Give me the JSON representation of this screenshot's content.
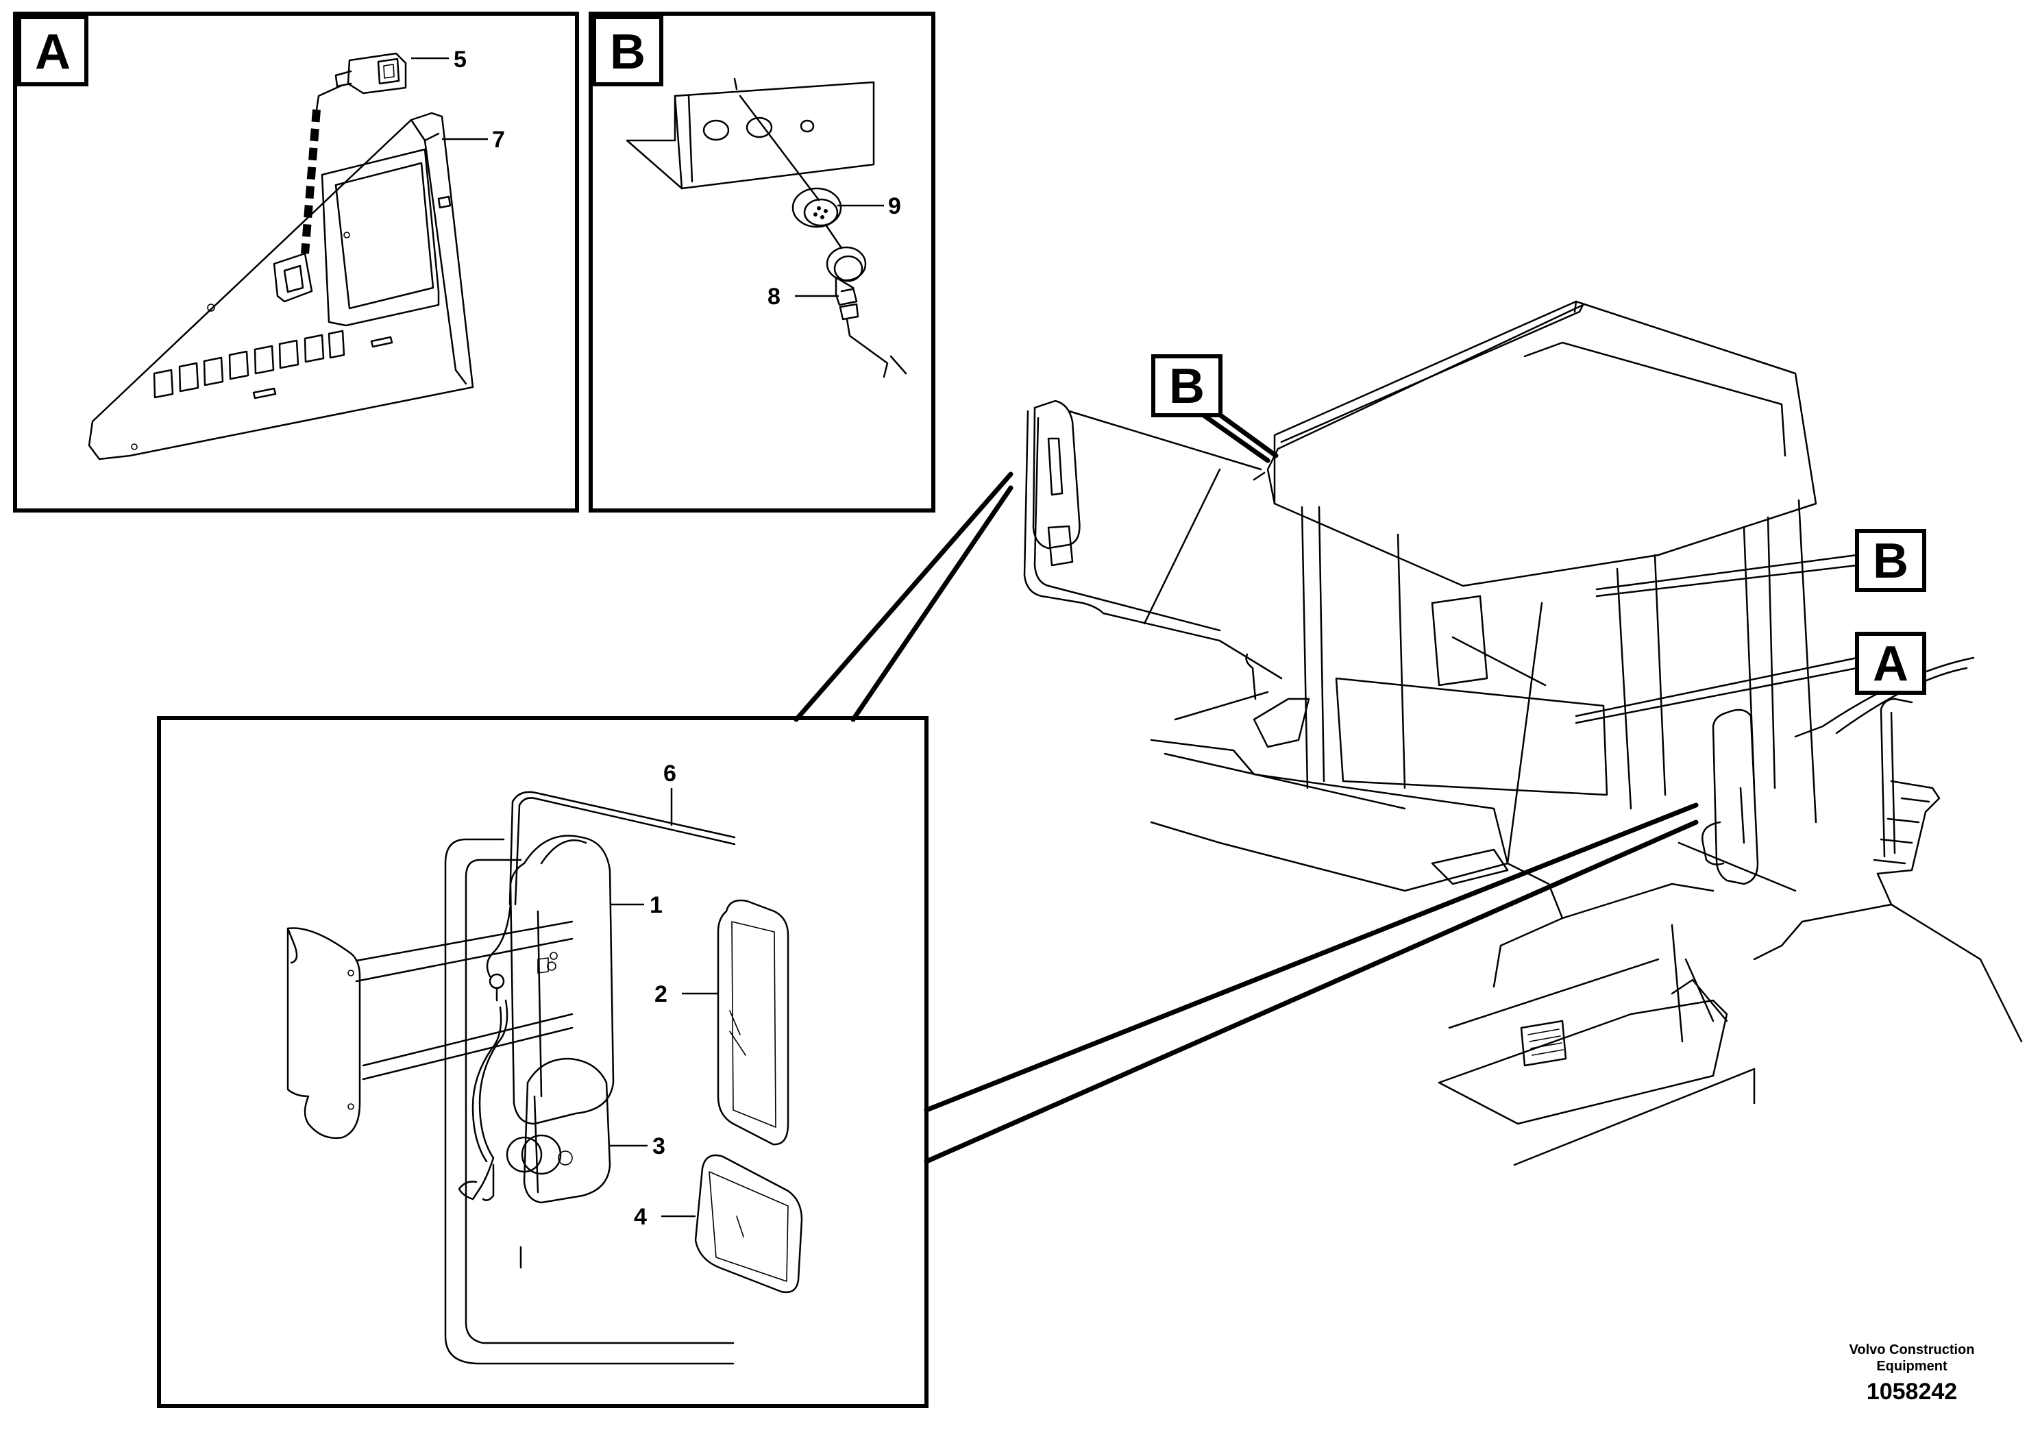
{
  "detail_a": {
    "tag": "A"
  },
  "detail_b": {
    "tag": "B"
  },
  "overview_tags": {
    "b_upper": "B",
    "b_right": "B",
    "a_right": "A"
  },
  "callouts": {
    "c1": "1",
    "c2": "2",
    "c3": "3",
    "c4": "4",
    "c5": "5",
    "c6": "6",
    "c7": "7",
    "c8": "8",
    "c9": "9"
  },
  "footer": {
    "brand_line1": "Volvo Construction",
    "brand_line2": "Equipment",
    "doc_number": "1058242"
  }
}
